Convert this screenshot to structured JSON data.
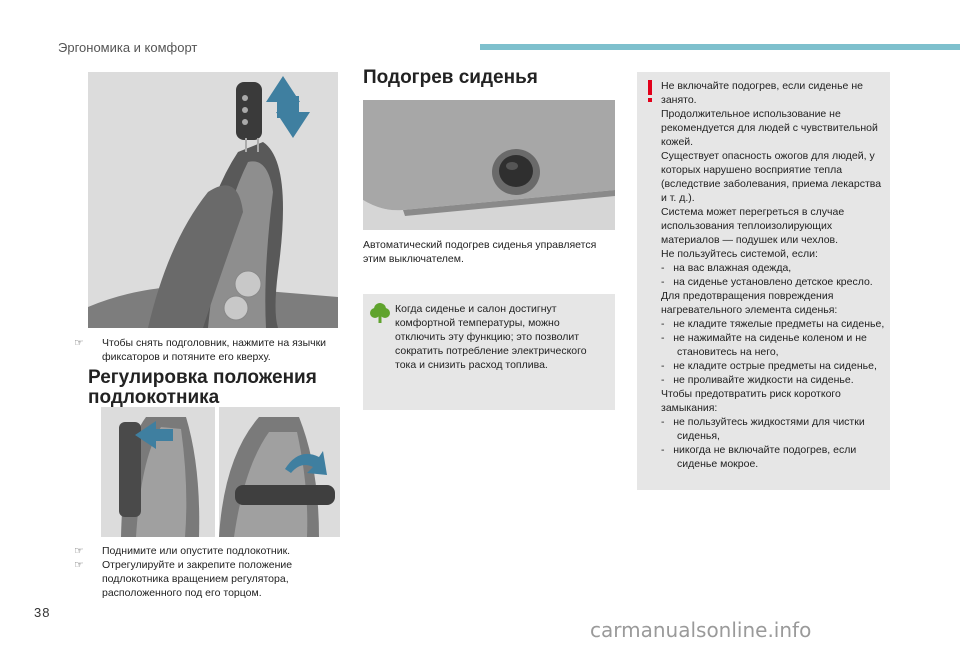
{
  "header": {
    "title": "Эргономика и комфорт"
  },
  "page_number": "38",
  "watermark": "carmanualsonline.info",
  "headrest": {
    "bullet": "Чтобы снять подголовник, нажмите на язычки фиксаторов и потяните его кверху."
  },
  "armrest": {
    "title_line1": "Регулировка положения",
    "title_line2": "подлокотника",
    "bullets": [
      "Поднимите или опустите подлокотник.",
      "Отрегулируйте и закрепите положение подлокотника вращением регулятора, расположенного под его торцом."
    ]
  },
  "heating": {
    "title": "Подогрев сиденья",
    "caption": "Автоматический подогрев сиденья управляется этим выключателем.",
    "tip": "Когда сиденье и салон достигнут комфортной температуры, можно отключить эту функцию; это позволит сократить потребление электрического тока и снизить расход топлива."
  },
  "warning": {
    "paragraphs": [
      "Не включайте подогрев, если сиденье не занято.",
      "Продолжительное использование не рекомендуется для людей с чувствительной кожей.",
      "Существует опасность ожогов для людей, у которых нарушено восприятие тепла (вследствие заболевания, приема лекарства и т. д.).",
      "Система может перегреться в случае использования теплоизолирующих материалов — подушек или чехлов.",
      "Не пользуйтесь системой, если:"
    ],
    "list1": [
      "на вас влажная одежда,",
      "на сиденье установлено детское кресло."
    ],
    "para2": "Для предотвращения повреждения нагревательного элемента сиденья:",
    "list2": [
      "не кладите тяжелые предметы на сиденье,",
      "не нажимайте на сиденье коленом и не становитесь на него,",
      "не кладите острые предметы на сиденье,",
      "не проливайте жидкости на сиденье."
    ],
    "para3": "Чтобы предотвратить риск короткого замыкания:",
    "list3": [
      "не пользуйтесь жидкостями для чистки сиденья,",
      "никогда не включайте подогрев, если сиденье мокрое."
    ]
  },
  "colors": {
    "accent": "#7ec0cd",
    "arrow": "#3f7fa0",
    "warning_red": "#e2001a",
    "eco_green": "#5fa32d"
  }
}
